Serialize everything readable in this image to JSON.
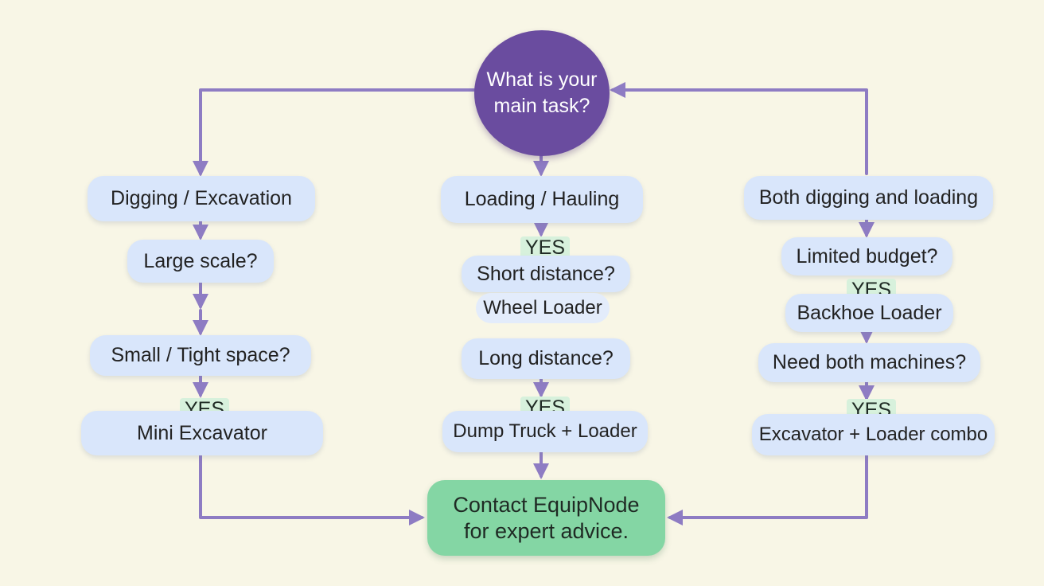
{
  "start": {
    "label_line1": "What is your",
    "label_line2": "main task?"
  },
  "columns": {
    "left": {
      "category": "Digging / Excavation",
      "q1": "Large scale?",
      "q2": "Small / Tight space?",
      "yes": "YES",
      "result": "Mini Excavator"
    },
    "middle": {
      "category": "Loading / Hauling",
      "yes1": "YES",
      "q1": "Short distance?",
      "result1": "Wheel Loader",
      "q2": "Long distance?",
      "yes2": "YES",
      "result2": "Dump Truck + Loader"
    },
    "right": {
      "category": "Both digging and loading",
      "q1": "Limited budget?",
      "yes1": "YES",
      "result1": "Backhoe Loader",
      "q2": "Need both machines?",
      "yes2": "YES",
      "result2": "Excavator + Loader combo"
    }
  },
  "final": {
    "line1": "Contact EquipNode",
    "line2": "for expert advice."
  },
  "colors": {
    "background": "#f8f6e6",
    "start_node": "#6a4c9f",
    "step_node": "#d9e6fb",
    "final_node": "#84d6a4",
    "yes_label": "#d7f1dc",
    "connector": "#8e7cc3"
  }
}
